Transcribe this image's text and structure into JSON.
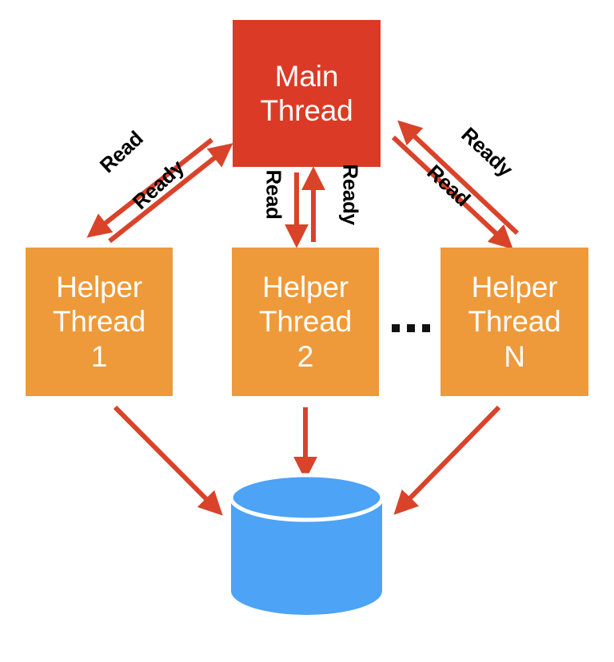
{
  "diagram": {
    "title": "Main thread and helper threads with shared datastore",
    "background_color": "#ffffff",
    "colors": {
      "main_thread": "#db3b26",
      "helper_thread": "#ee9a3a",
      "datastore": "#4da3f5",
      "arrow": "#d9432a",
      "node_text": "#ffffff",
      "label_text": "#000000"
    }
  },
  "nodes": {
    "main_thread": {
      "line1": "Main",
      "line2": "Thread"
    },
    "helper_thread_1": {
      "line1": "Helper",
      "line2": "Thread",
      "line3": "1"
    },
    "helper_thread_2": {
      "line1": "Helper",
      "line2": "Thread",
      "line3": "2"
    },
    "helper_thread_n": {
      "line1": "Helper",
      "line2": "Thread",
      "line3": "N"
    },
    "ellipsis": {
      "text": "..."
    },
    "datastore": {
      "shape": "cylinder",
      "label": ""
    }
  },
  "edges": {
    "left_pair": {
      "read_label": "Read",
      "ready_label": "Ready",
      "read_direction": "main-thread-to-helper-thread-1",
      "ready_direction": "helper-thread-1-to-main-thread"
    },
    "center_pair": {
      "read_label": "Read",
      "ready_label": "Ready",
      "read_direction": "main-thread-to-helper-thread-2",
      "ready_direction": "helper-thread-2-to-main-thread"
    },
    "right_pair": {
      "read_label": "Read",
      "ready_label": "Ready",
      "read_direction": "main-thread-to-helper-thread-n",
      "ready_direction": "helper-thread-n-to-main-thread"
    },
    "store_edges": {
      "from_helper_1": "helper-thread-1-to-datastore",
      "from_helper_2": "helper-thread-2-to-datastore",
      "from_helper_n": "helper-thread-n-to-datastore"
    }
  }
}
